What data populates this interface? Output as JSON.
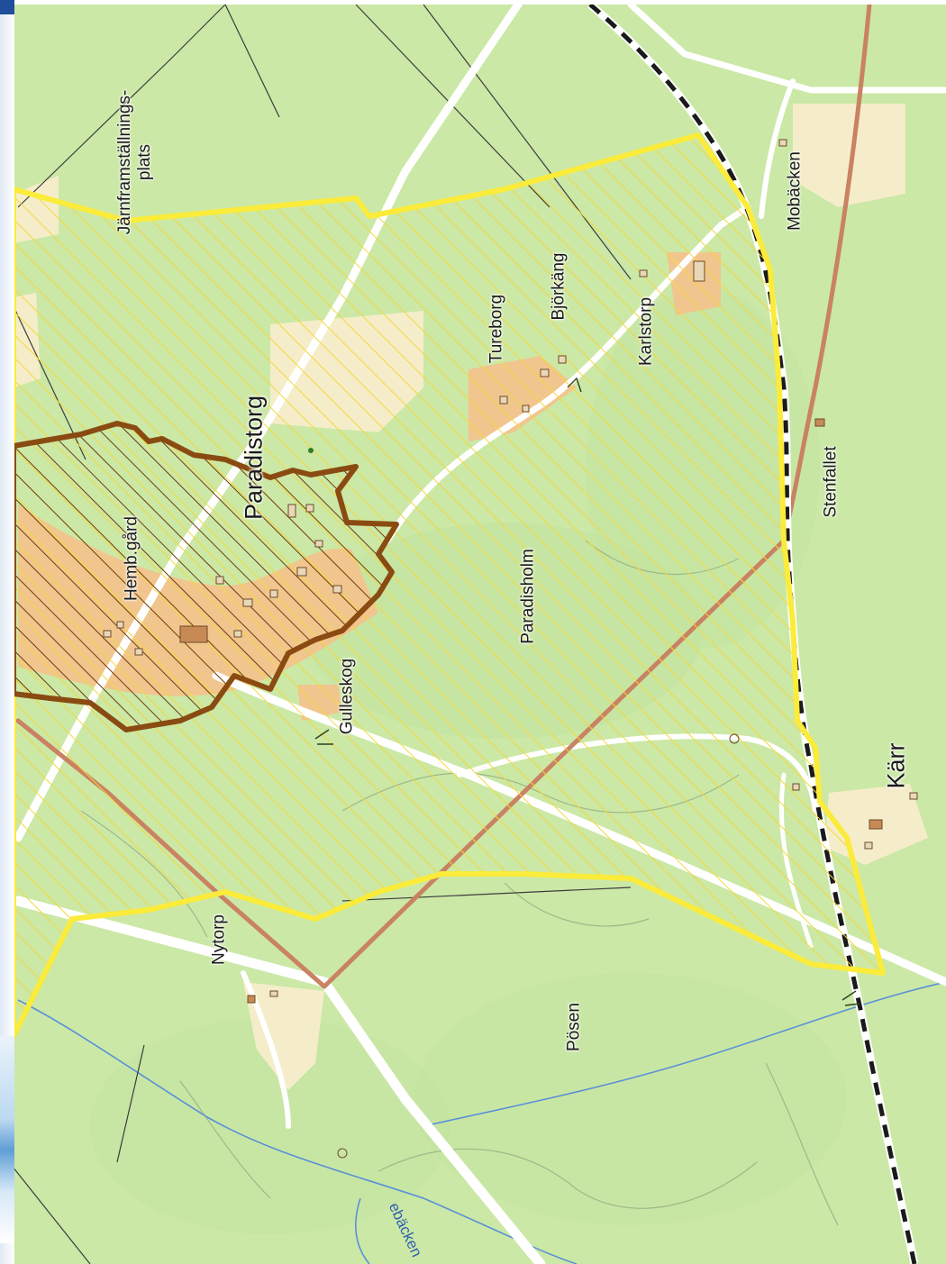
{
  "map": {
    "colors": {
      "land": "#cbe8a6",
      "forest_tint": "#bfe09a",
      "settlement": "#f5edc9",
      "built": "#f1c58e",
      "road": "#ffffff",
      "main_road": "#c98262",
      "railway": "#1a1a1a",
      "water": "#5a90d8",
      "zone_yellow": "#fbeb3a",
      "zone_brown": "#8a4b12",
      "boundary": "#3c3c3c",
      "contour": "#9eb88a"
    },
    "legend_features": [
      "yellow-hatched-zone",
      "brown-hatched-core-zone",
      "railway",
      "main-road",
      "stream"
    ],
    "labels": {
      "jarnframstallningsplats_line1": "Järnframställnings-",
      "jarnframstallningsplats_line2": "plats",
      "paradistorg": "Paradistorg",
      "hembygard": "Hemb.gård",
      "tureborg": "Tureborg",
      "bjorkang": "Björkäng",
      "karlstorp": "Karlstorp",
      "mobacken": "Mobäcken",
      "stenfallet": "Stenfallet",
      "paradisholm": "Paradisholm",
      "gulleskog": "Gulleskog",
      "karr": "Kärr",
      "nytorp": "Nytorp",
      "posen": "Pösen",
      "stream_name": "ebäcken"
    }
  }
}
